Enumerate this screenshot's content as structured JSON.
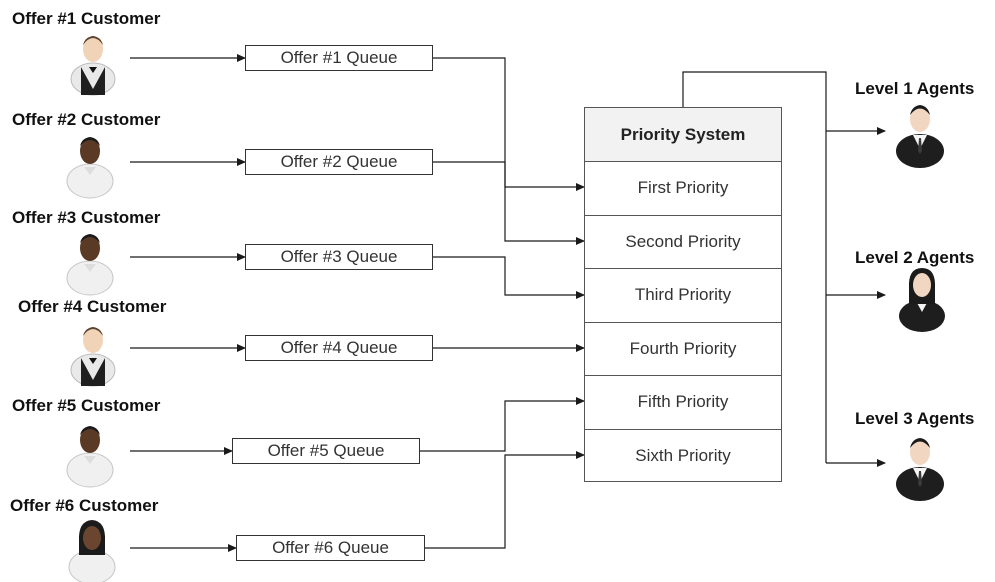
{
  "customers": [
    {
      "label": "Offer #1 Customer",
      "icon": "waiter-icon"
    },
    {
      "label": "Offer #2 Customer",
      "icon": "man-white-shirt-icon"
    },
    {
      "label": "Offer #3 Customer",
      "icon": "man-white-shirt-icon"
    },
    {
      "label": "Offer #4 Customer",
      "icon": "waiter-icon"
    },
    {
      "label": "Offer #5 Customer",
      "icon": "man-white-shirt-icon"
    },
    {
      "label": "Offer #6 Customer",
      "icon": "woman-white-shirt-icon"
    }
  ],
  "queues": [
    {
      "label": "Offer #1 Queue"
    },
    {
      "label": "Offer #2 Queue"
    },
    {
      "label": "Offer #3 Queue"
    },
    {
      "label": "Offer #4 Queue"
    },
    {
      "label": "Offer #5 Queue"
    },
    {
      "label": "Offer #6 Queue"
    }
  ],
  "priority_system": {
    "title": "Priority System",
    "rows": [
      "First Priority",
      "Second Priority",
      "Third Priority",
      "Fourth Priority",
      "Fifth Priority",
      "Sixth Priority"
    ]
  },
  "agents": [
    {
      "label": "Level 1 Agents",
      "icon": "businessman-icon"
    },
    {
      "label": "Level 2 Agents",
      "icon": "businesswoman-icon"
    },
    {
      "label": "Level 3 Agents",
      "icon": "businessman-icon"
    }
  ],
  "colors": {
    "line": "#1a1a1a",
    "box_border": "#333333",
    "header_fill": "#f2f2f2"
  }
}
